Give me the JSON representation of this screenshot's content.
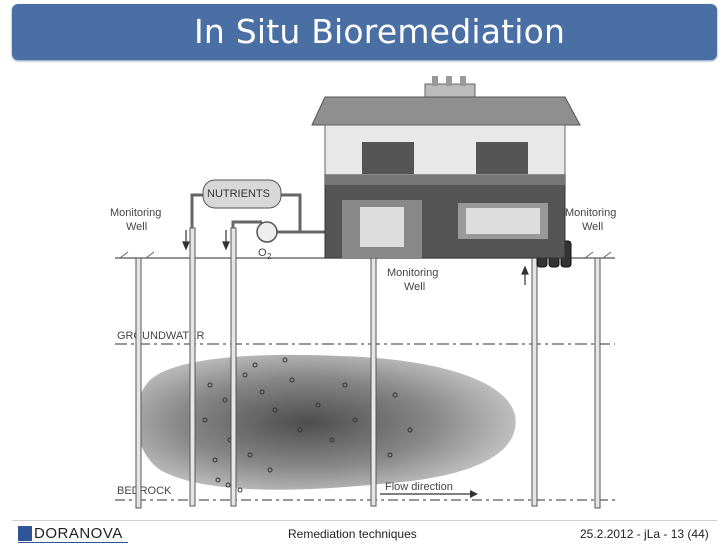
{
  "title": "In Situ Bioremediation",
  "diagram": {
    "labels": {
      "monitoring_well_left": [
        "Monitoring",
        "Well"
      ],
      "monitoring_well_right": [
        "Monitoring",
        "Well"
      ],
      "monitoring_well_center": [
        "Monitoring",
        "Well"
      ],
      "nutrients": "NUTRIENTS",
      "oxygen": "O",
      "oxygen_sub": "2",
      "groundwater": "GROUNDWATER",
      "bedrock": "BEDROCK",
      "flow_direction": "Flow direction"
    }
  },
  "footer": {
    "logo": "DORANOVA",
    "center": "Remediation techniques",
    "right": "25.2.2012 - jLa - 13 (44)"
  },
  "colors": {
    "title_bar": "#4a6fa5",
    "logo_blue": "#2f5597"
  }
}
